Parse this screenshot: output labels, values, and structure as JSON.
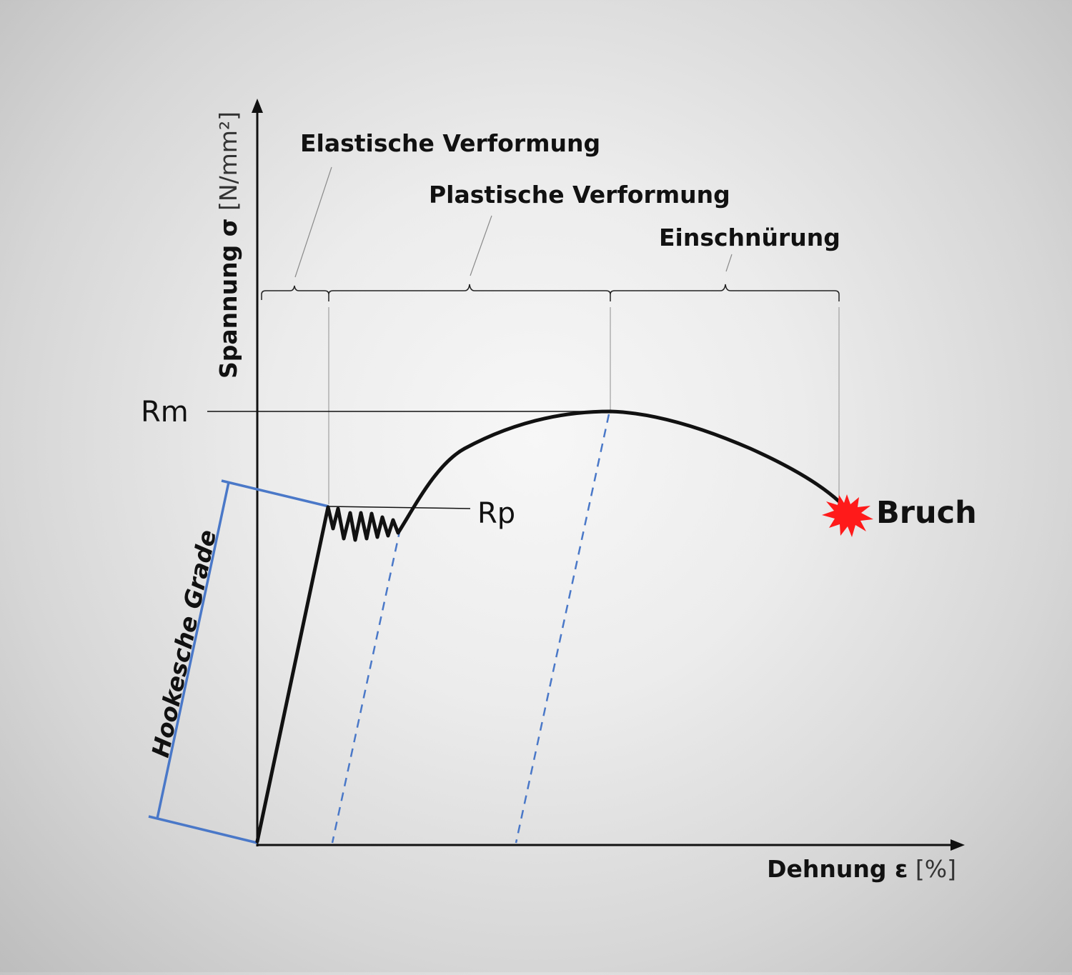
{
  "diagram": {
    "axes": {
      "y_label_bold": "Spannung σ",
      "y_label_unit": " [N/mm²]",
      "x_label_bold": "Dehnung ε",
      "x_label_unit": " [%]"
    },
    "regions": {
      "elastic": "Elastische Verformung",
      "plastic": "Plastische Verformung",
      "necking": "Einschnürung"
    },
    "markers": {
      "rm": "Rm",
      "rp": "Rp",
      "fracture": "Bruch",
      "hooke": "Hookesche Grade"
    },
    "colors": {
      "curve": "#111111",
      "hooke_line": "#4a78c8",
      "dashed": "#4a78c8",
      "fracture_star": "#ff1a1a",
      "guides": "#9a9a9a"
    }
  }
}
